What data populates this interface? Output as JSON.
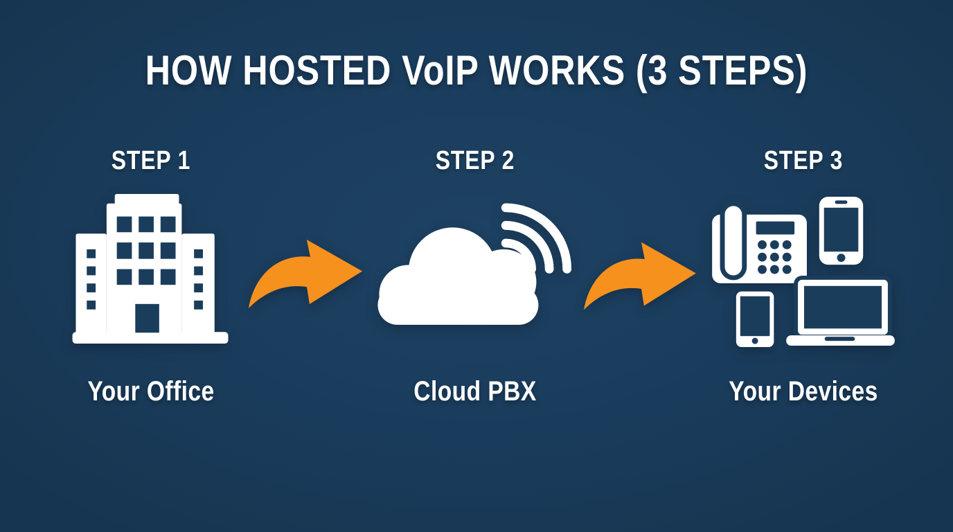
{
  "title": "HOW HOSTED VoIP WORKS (3 STEPS)",
  "steps": [
    {
      "label": "STEP 1",
      "caption": "Your Office",
      "icon": "office-building-icon"
    },
    {
      "label": "STEP 2",
      "caption": "Cloud PBX",
      "icon": "cloud-pbx-wifi-icon"
    },
    {
      "label": "STEP 3",
      "caption": "Your Devices",
      "icon": "devices-cluster-icon"
    }
  ],
  "connectors": [
    {
      "icon": "curved-arrow-right-icon"
    },
    {
      "icon": "curved-arrow-right-icon"
    }
  ],
  "colors": {
    "background": "#1A3C5C",
    "icon_white": "#FFFFFF",
    "arrow_orange": "#F6911E"
  }
}
